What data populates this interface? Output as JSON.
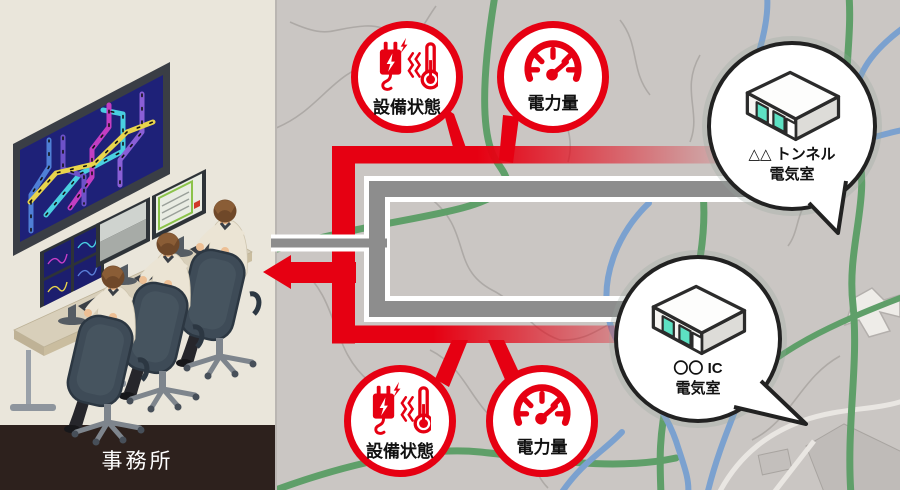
{
  "office": {
    "label": "事務所"
  },
  "badges": {
    "top_equipment": {
      "label": "設備状態"
    },
    "top_power": {
      "label": "電力量"
    },
    "bottom_equipment": {
      "label": "設備状態"
    },
    "bottom_power": {
      "label": "電力量"
    }
  },
  "callouts": {
    "tunnel": {
      "line1": "△△ トンネル",
      "line2": "電気室"
    },
    "ic": {
      "line1": "〇〇 IC",
      "line2": "電気室"
    }
  },
  "colors": {
    "accent_red": "#e60012",
    "line_gray": "#8d8d8d",
    "line_casing": "#ffffff",
    "map_bg": "#cac6c3",
    "panel_bg": "#eae6db",
    "footer_bg": "#2d211d",
    "road_green": "#5f9f69",
    "road_blue": "#7ba1cf",
    "door_teal": "#5de1c3",
    "callout_border": "#222222"
  },
  "icons": {
    "equipment": [
      "plug-lightning-icon",
      "vibration-icon",
      "thermometer-icon"
    ],
    "power": "gauge-icon",
    "callout": "electrical-room-building-icon",
    "flow": "left-arrow-icon"
  }
}
